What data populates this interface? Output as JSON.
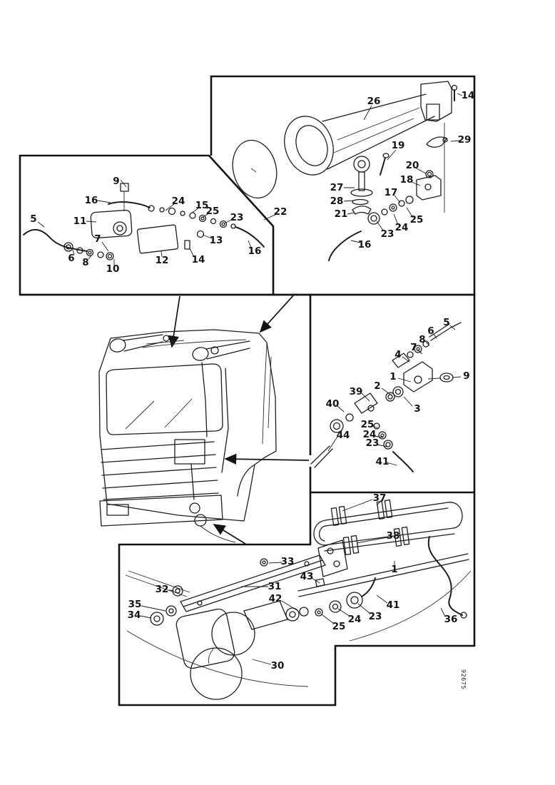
{
  "figure": {
    "type": "exploded-parts-diagram",
    "description": "Truck cab air horn installation, line-art spare parts figure with numbered callouts",
    "drawing_number": "92675",
    "ink_color": "#141414",
    "background_color": "#ffffff"
  },
  "panels": {
    "top_left_detail": {
      "callout_numbers": [
        "5",
        "6",
        "7",
        "8",
        "9",
        "10",
        "11",
        "12",
        "13",
        "14",
        "15",
        "16",
        "16",
        "23",
        "24",
        "25"
      ]
    },
    "top_right_detail": {
      "callout_numbers": [
        "14",
        "16",
        "17",
        "18",
        "19",
        "20",
        "21",
        "22",
        "23",
        "24",
        "25",
        "26",
        "27",
        "28",
        "29"
      ]
    },
    "middle_right_detail": {
      "callout_numbers": [
        "1",
        "2",
        "3",
        "4",
        "5",
        "6",
        "7",
        "8",
        "9",
        "23",
        "24",
        "25",
        "39",
        "40",
        "41",
        "44"
      ]
    },
    "bottom_detail": {
      "callout_numbers": [
        "1",
        "23",
        "24",
        "25",
        "30",
        "31",
        "32",
        "33",
        "34",
        "35",
        "36",
        "37",
        "38",
        "41",
        "42",
        "43"
      ]
    }
  },
  "callouts": {
    "tl_9": "9",
    "tl_16_upper": "16",
    "tl_24": "24",
    "tl_15": "15",
    "tl_25": "25",
    "tl_23": "23",
    "tl_5": "5",
    "tl_11": "11",
    "tl_7": "7",
    "tl_13": "13",
    "tl_16_right": "16",
    "tl_6": "6",
    "tl_8": "8",
    "tl_12": "12",
    "tl_14": "14",
    "tl_10": "10",
    "tr_26": "26",
    "tr_14": "14",
    "tr_29": "29",
    "tr_19": "19",
    "tr_20": "20",
    "tr_18": "18",
    "tr_17": "17",
    "tr_27": "27",
    "tr_28": "28",
    "tr_21": "21",
    "tr_25": "25",
    "tr_24": "24",
    "tr_23": "23",
    "tr_16": "16",
    "tr_22": "22",
    "mr_5": "5",
    "mr_6": "6",
    "mr_8": "8",
    "mr_7": "7",
    "mr_4": "4",
    "mr_1": "1",
    "mr_9": "9",
    "mr_2": "2",
    "mr_39": "39",
    "mr_40": "40",
    "mr_3": "3",
    "mr_25": "25",
    "mr_24": "24",
    "mr_23": "23",
    "mr_44": "44",
    "mr_41": "41",
    "b_37": "37",
    "b_38": "38",
    "b_1": "1",
    "b_43": "43",
    "b_41": "41",
    "b_36": "36",
    "b_23": "23",
    "b_24": "24",
    "b_25": "25",
    "b_33": "33",
    "b_31": "31",
    "b_32": "32",
    "b_42": "42",
    "b_35": "35",
    "b_34": "34",
    "b_30": "30"
  }
}
